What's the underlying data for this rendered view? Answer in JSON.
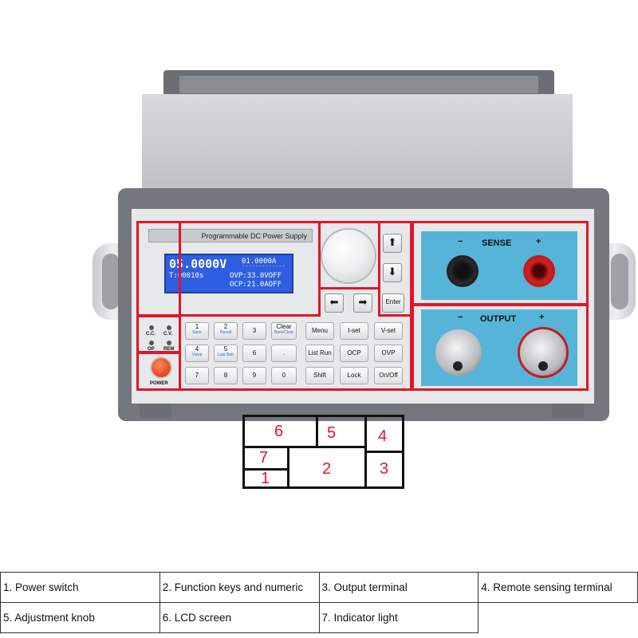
{
  "device": {
    "model_label": "Programmable DC Power Supply",
    "lcd": {
      "voltage": "05.0000V",
      "current": "01.0000A",
      "current_underline": "-------------",
      "timer": "T:00010s",
      "ovp": "OVP:33.0VOFF",
      "ocp": "OCP:21.0AOFF"
    },
    "indicators": {
      "cc": "C.C.",
      "cv": "C.V.",
      "op": "OP",
      "rem": "REM"
    },
    "power_label": "POWER",
    "keypad": [
      {
        "label": "1",
        "sub": "Save"
      },
      {
        "label": "2",
        "sub": "Recall"
      },
      {
        "label": "3",
        "sub": ""
      },
      {
        "label": "Clear",
        "sub": "Back/Clear"
      },
      {
        "label": "4",
        "sub": "Vstep"
      },
      {
        "label": "5",
        "sub": "Last Batt"
      },
      {
        "label": "6",
        "sub": ""
      },
      {
        "label": ".",
        "sub": ""
      },
      {
        "label": "7",
        "sub": ""
      },
      {
        "label": "8",
        "sub": ""
      },
      {
        "label": "9",
        "sub": ""
      },
      {
        "label": "0",
        "sub": ""
      }
    ],
    "function_keys": [
      "Menu",
      "I-set",
      "V-set",
      "List Run",
      "OCP",
      "OVP",
      "Shift",
      "Lock",
      "On/Off"
    ],
    "arrows": {
      "up": "⬆",
      "down": "⬇",
      "left": "⬅",
      "right": "➡"
    },
    "enter_label": "Enter",
    "sense": {
      "title": "SENSE",
      "minus": "−",
      "plus": "+"
    },
    "output": {
      "title": "OUTPUT",
      "minus": "−",
      "plus": "+"
    }
  },
  "index_map": {
    "n1": "1",
    "n2": "2",
    "n3": "3",
    "n4": "4",
    "n5": "5",
    "n6": "6",
    "n7": "7"
  },
  "legend": [
    [
      "1. Power switch",
      "2. Function keys and numeric",
      "3. Output terminal",
      "4. Remote sensing terminal"
    ],
    [
      "5. Adjustment knob",
      "6. LCD screen",
      "7. Indicator light",
      ""
    ]
  ],
  "colors": {
    "annotation_red": "#e0162b",
    "lcd_blue": "#2f5fe0",
    "terminal_panel": "#56b4d8"
  }
}
